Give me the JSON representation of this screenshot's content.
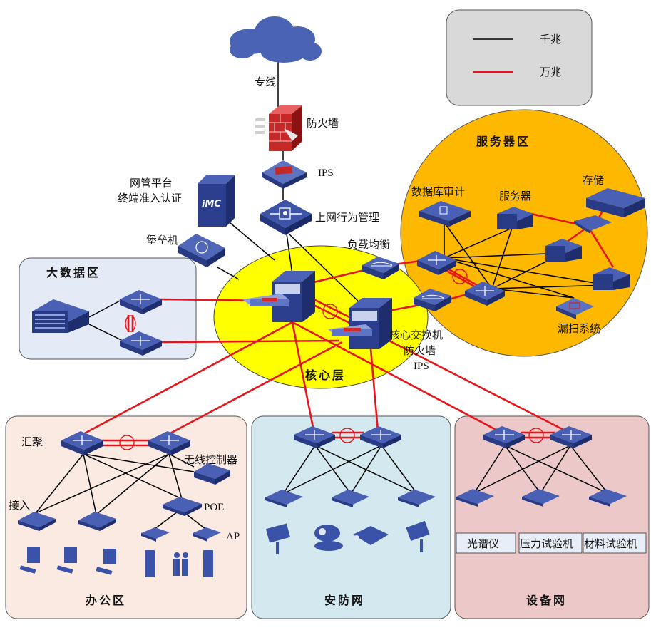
{
  "legend": {
    "items": [
      {
        "label": "千兆",
        "color": "#000000"
      },
      {
        "label": "万兆",
        "color": "#e8141b"
      }
    ]
  },
  "colors": {
    "gigabit": "#000000",
    "ten_gigabit": "#e8141b",
    "device_blue": "#2c3f8f",
    "core_zone": "#ffff00",
    "server_zone": "#ffb800",
    "bigdata_zone": "#e4eaf6",
    "office_zone": "#fbeae2",
    "security_zone": "#d3e8ef",
    "equipment_zone": "#ecc8c8",
    "legend_bg": "#d9d9d9"
  },
  "top": {
    "internet_cloud": "internet",
    "leased_line": "专线",
    "firewall": "防火墙",
    "ips": "IPS",
    "behavior_mgmt": "上网行为管理",
    "nms_line1": "网管平台",
    "nms_line2": "终端准入认证",
    "nms_badge": "iMC",
    "bastion": "堡垒机"
  },
  "core": {
    "title": "核心层",
    "load_balancer": "负载均衡",
    "core_label_1": "核心交换机",
    "core_label_2": "防火墙",
    "core_label_3": "IPS"
  },
  "server_zone": {
    "title": "服务器区",
    "db_audit": "数据库审计",
    "servers": "服务器",
    "storage": "存储",
    "vuln_scan": "漏扫系统"
  },
  "bigdata_zone": {
    "title": "大数据区"
  },
  "office_zone": {
    "title": "办公区",
    "aggregation": "汇聚",
    "wireless_controller": "无线控制器",
    "access": "接入",
    "poe": "POE",
    "ap": "AP"
  },
  "security_zone": {
    "title": "安防网"
  },
  "equipment_zone": {
    "title": "设备网",
    "devices": [
      "光谱仪",
      "压力试验机",
      "材料试验机"
    ]
  }
}
